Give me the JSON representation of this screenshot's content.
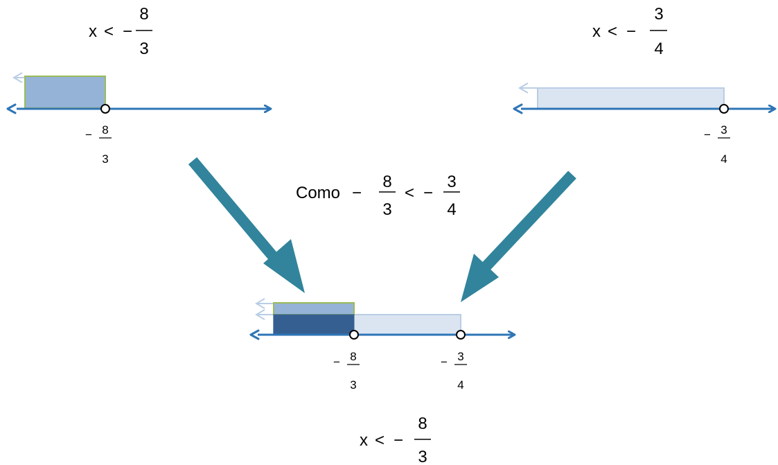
{
  "top_left": {
    "inequality": {
      "var": "x",
      "op": "<",
      "sign": "−",
      "num": "8",
      "den": "3"
    },
    "tick": {
      "sign": "−",
      "num": "8",
      "den": "3"
    }
  },
  "top_right": {
    "inequality": {
      "var": "x",
      "op": "<",
      "sign": "−",
      "num": "3",
      "den": "4"
    },
    "tick": {
      "sign": "−",
      "num": "3",
      "den": "4"
    }
  },
  "comparison": {
    "word": "Como",
    "op": "<",
    "left": {
      "sign": "−",
      "num": "8",
      "den": "3"
    },
    "right": {
      "sign": "−",
      "num": "3",
      "den": "4"
    }
  },
  "combined": {
    "tick_a": {
      "sign": "−",
      "num": "8",
      "den": "3"
    },
    "tick_b": {
      "sign": "−",
      "num": "3",
      "den": "4"
    }
  },
  "result": {
    "var": "x",
    "op": "<",
    "sign": "−",
    "num": "8",
    "den": "3"
  },
  "colors": {
    "axis": "#2e75b6",
    "arrow": "#31849b",
    "shade_light": "#dbe5f1",
    "shade_mid": "#95b3d7",
    "shade_dark": "#365f91",
    "shade_border_green": "#9bbb59",
    "shade_border_light": "#b9cde5"
  }
}
